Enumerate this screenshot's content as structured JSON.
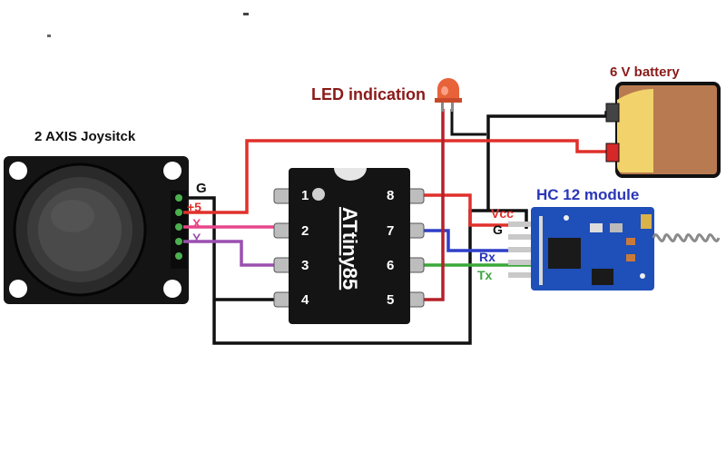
{
  "labels": {
    "joystick": "2 AXIS Joysitck",
    "led": "LED indication",
    "battery": "6 V battery",
    "hc12": "HC 12 module",
    "chip": "ATtiny85"
  },
  "joystick_pins": {
    "g": "G",
    "plus5": "+5",
    "x": "X",
    "y": "Y"
  },
  "chip_pins": [
    "1",
    "2",
    "3",
    "4",
    "5",
    "6",
    "7",
    "8"
  ],
  "hc12_pins": {
    "vcc": "Vcc",
    "g": "G",
    "rx": "Rx",
    "tx": "Tx"
  },
  "colors": {
    "wire_red": "#e0302b",
    "wire_pink": "#e8458a",
    "wire_purple": "#9b4fb0",
    "wire_blue": "#2f3fc8",
    "wire_green": "#3aa83a",
    "wire_black": "#111111",
    "wire_darkred": "#b5202a",
    "hc12_board": "#1f4fb8",
    "label_darkred": "#8b1a1a",
    "label_blue": "#2a36b8"
  }
}
